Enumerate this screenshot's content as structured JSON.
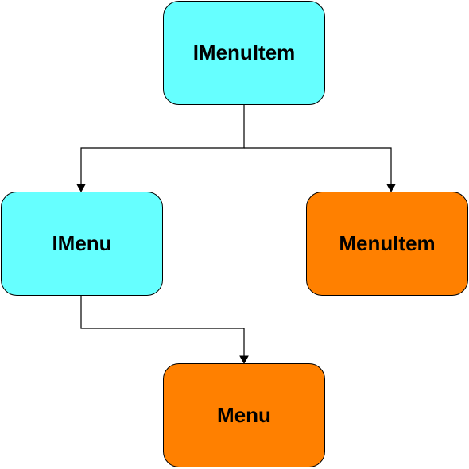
{
  "diagram": {
    "nodes": [
      {
        "id": "imenuitem",
        "label": "IMenuItem",
        "kind": "interface"
      },
      {
        "id": "imenu",
        "label": "IMenu",
        "kind": "interface"
      },
      {
        "id": "menuitem",
        "label": "MenuItem",
        "kind": "implementation"
      },
      {
        "id": "menu",
        "label": "Menu",
        "kind": "implementation"
      }
    ],
    "edges": [
      {
        "from": "imenuitem",
        "to": "imenu"
      },
      {
        "from": "imenuitem",
        "to": "menuitem"
      },
      {
        "from": "imenu",
        "to": "menu"
      }
    ],
    "colors": {
      "interface": "#66ffff",
      "implementation": "#ff8000",
      "stroke": "#000000"
    }
  }
}
